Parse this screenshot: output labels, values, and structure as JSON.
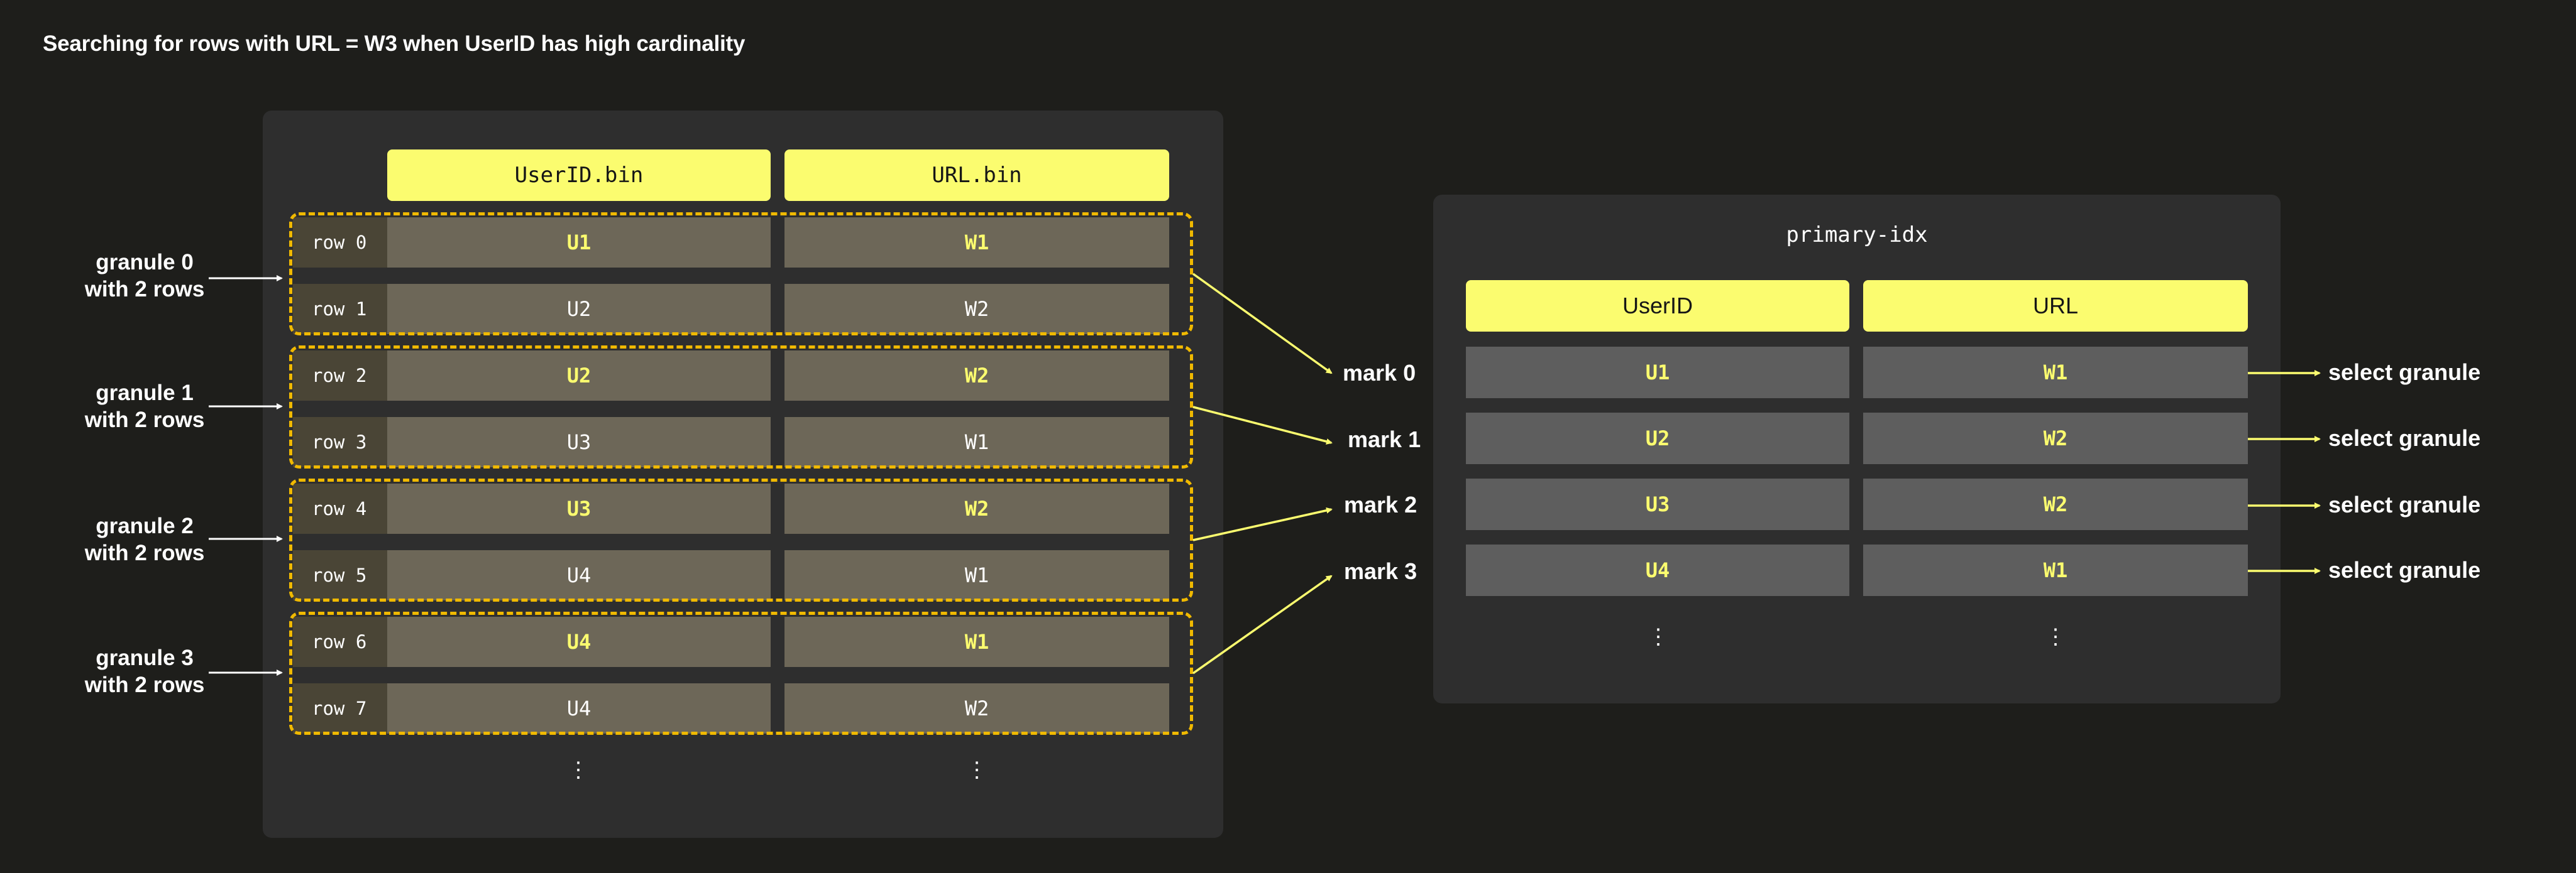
{
  "title": "Searching for rows with  URL = W3 when UserID has high cardinality",
  "data_table": {
    "headers": [
      "UserID.bin",
      "URL.bin"
    ],
    "rows": [
      {
        "label": "row 0",
        "userid": "U1",
        "url": "W1",
        "highlight": true
      },
      {
        "label": "row 1",
        "userid": "U2",
        "url": "W2",
        "highlight": false
      },
      {
        "label": "row 2",
        "userid": "U2",
        "url": "W2",
        "highlight": true
      },
      {
        "label": "row 3",
        "userid": "U3",
        "url": "W1",
        "highlight": false
      },
      {
        "label": "row 4",
        "userid": "U3",
        "url": "W2",
        "highlight": true
      },
      {
        "label": "row 5",
        "userid": "U4",
        "url": "W1",
        "highlight": false
      },
      {
        "label": "row 6",
        "userid": "U4",
        "url": "W1",
        "highlight": true
      },
      {
        "label": "row 7",
        "userid": "U4",
        "url": "W2",
        "highlight": false
      }
    ],
    "ellipsis": "⋮"
  },
  "granules": [
    {
      "line1": "granule 0",
      "line2": "with 2 rows"
    },
    {
      "line1": "granule 1",
      "line2": "with 2 rows"
    },
    {
      "line1": "granule 2",
      "line2": "with 2 rows"
    },
    {
      "line1": "granule 3",
      "line2": "with 2 rows"
    }
  ],
  "marks": [
    "mark 0",
    "mark 1",
    "mark 2",
    "mark 3"
  ],
  "primary_index": {
    "title": "primary-idx",
    "headers": [
      "UserID",
      "URL"
    ],
    "rows": [
      {
        "userid": "U1",
        "url": "W1"
      },
      {
        "userid": "U2",
        "url": "W2"
      },
      {
        "userid": "U3",
        "url": "W2"
      },
      {
        "userid": "U4",
        "url": "W1"
      }
    ],
    "ellipsis": "⋮"
  },
  "select_labels": [
    "select granule",
    "select granule",
    "select granule",
    "select granule"
  ],
  "colors": {
    "background": "#1e1e1b",
    "panel": "#2e2e2e",
    "accent": "#fbfc6f",
    "granule_border": "#f0b900"
  }
}
